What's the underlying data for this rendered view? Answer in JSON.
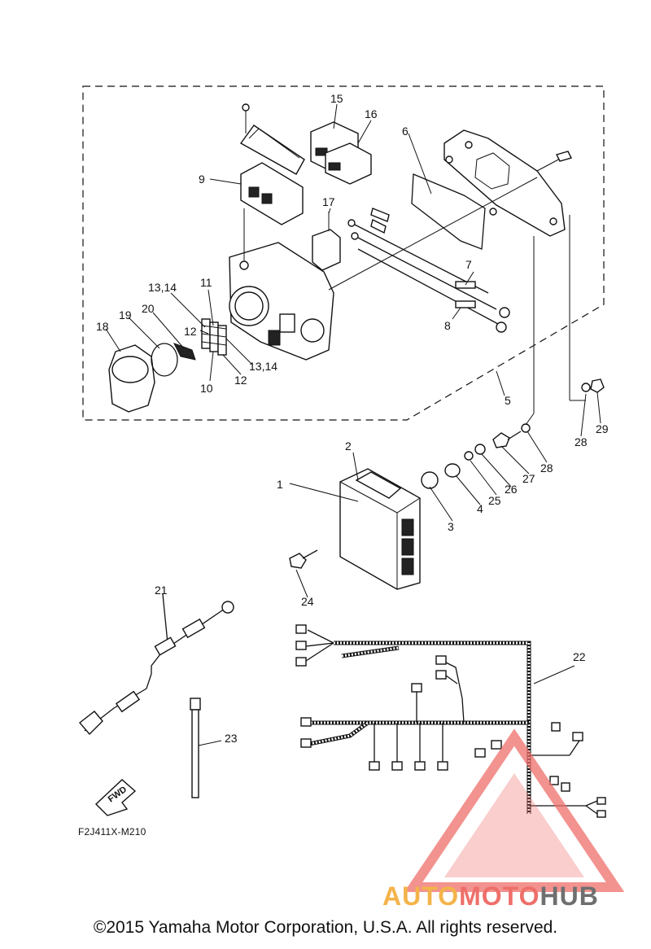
{
  "diagram": {
    "code": "F2J411X-M210",
    "fwd_label": "FWD",
    "callouts": {
      "c1": "1",
      "c2": "2",
      "c3": "3",
      "c4": "4",
      "c5": "5",
      "c6": "6",
      "c7": "7",
      "c8": "8",
      "c9": "9",
      "c10": "10",
      "c11": "11",
      "c12a": "12",
      "c12b": "12",
      "c1314a": "13,14",
      "c1314b": "13,14",
      "c15": "15",
      "c16": "16",
      "c17": "17",
      "c18": "18",
      "c19": "19",
      "c20": "20",
      "c21": "21",
      "c22": "22",
      "c23": "23",
      "c24": "24",
      "c25": "25",
      "c26": "26",
      "c27": "27",
      "c28a": "28",
      "c28b": "28",
      "c29": "29"
    }
  },
  "copyright": "©2015 Yamaha Motor Corporation, U.S.A. All rights reserved.",
  "watermark": {
    "part1": "AUTO",
    "part2": "MOTO",
    "part3": "HUB",
    "colors": {
      "auto": "#f4b34a",
      "moto": "#ee6f6a",
      "hub": "#6f6f6f",
      "triangle": "#ee6f6a"
    }
  }
}
